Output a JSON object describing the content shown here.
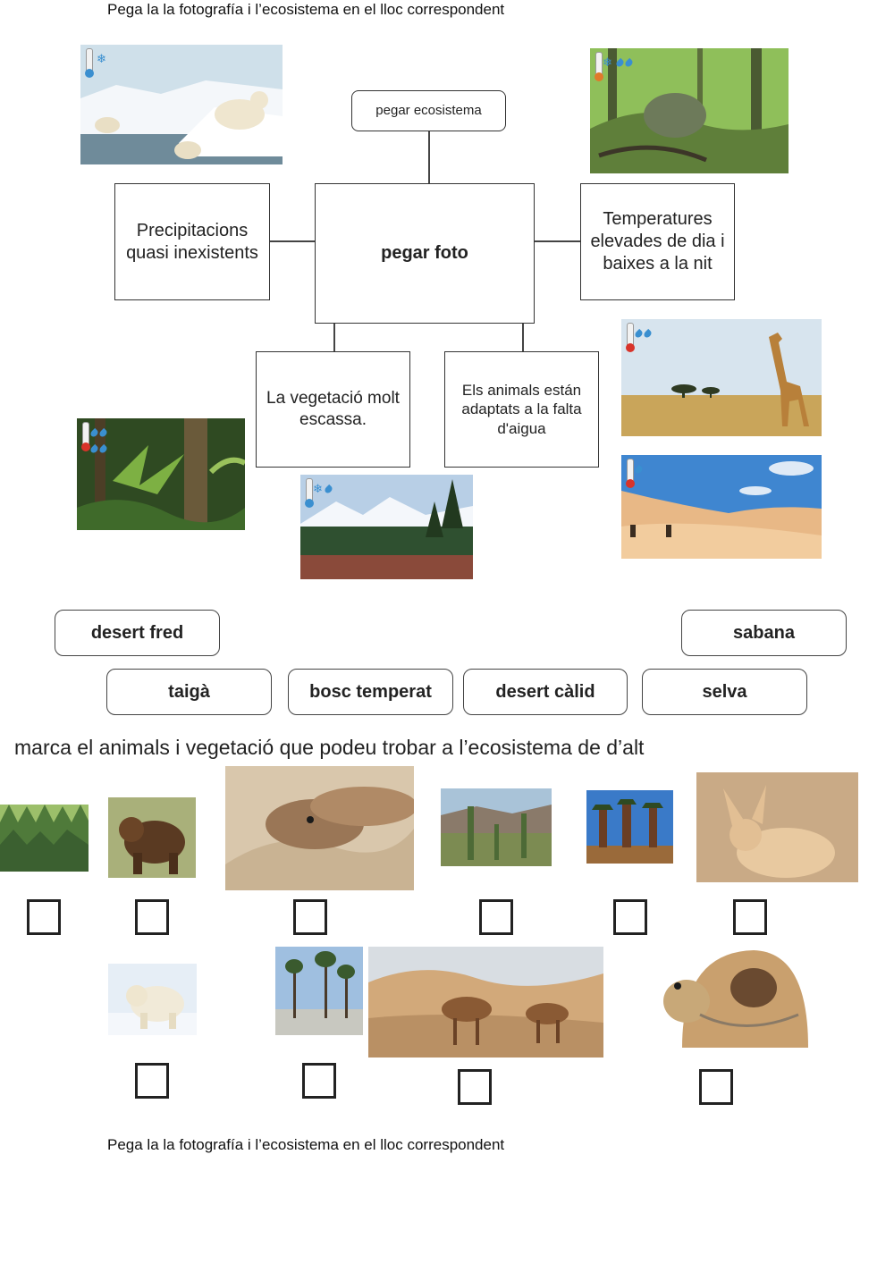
{
  "instructions": {
    "top": "Pega la la fotografía i l’ecosistema en el lloc correspondent",
    "bottom": "Pega la la fotografía i l’ecosistema en el lloc correspondent",
    "mark": "marca el animals i vegetació que podeu trobar a l’ecosistema de d’alt"
  },
  "diagram": {
    "ecosystem_slot": "pegar ecosistema",
    "photo_slot": "pegar foto",
    "clue_left": "Precipitacions quasi inexistents",
    "clue_right": "Temperatures elevades de dia i baixes a la nit",
    "clue_bottom_left": "La vegetació molt escassa.",
    "clue_bottom_right": "Els animals están adaptats a la falta d'aigua"
  },
  "labels": [
    "desert fred",
    "sabana",
    "taigà",
    "bosc temperat",
    "desert càlid",
    "selva"
  ],
  "icons": {
    "thermometer_cold": "#3a8fd0",
    "thermometer_warm": "#e07a2a",
    "thermometer_hot": "#d8332a"
  }
}
